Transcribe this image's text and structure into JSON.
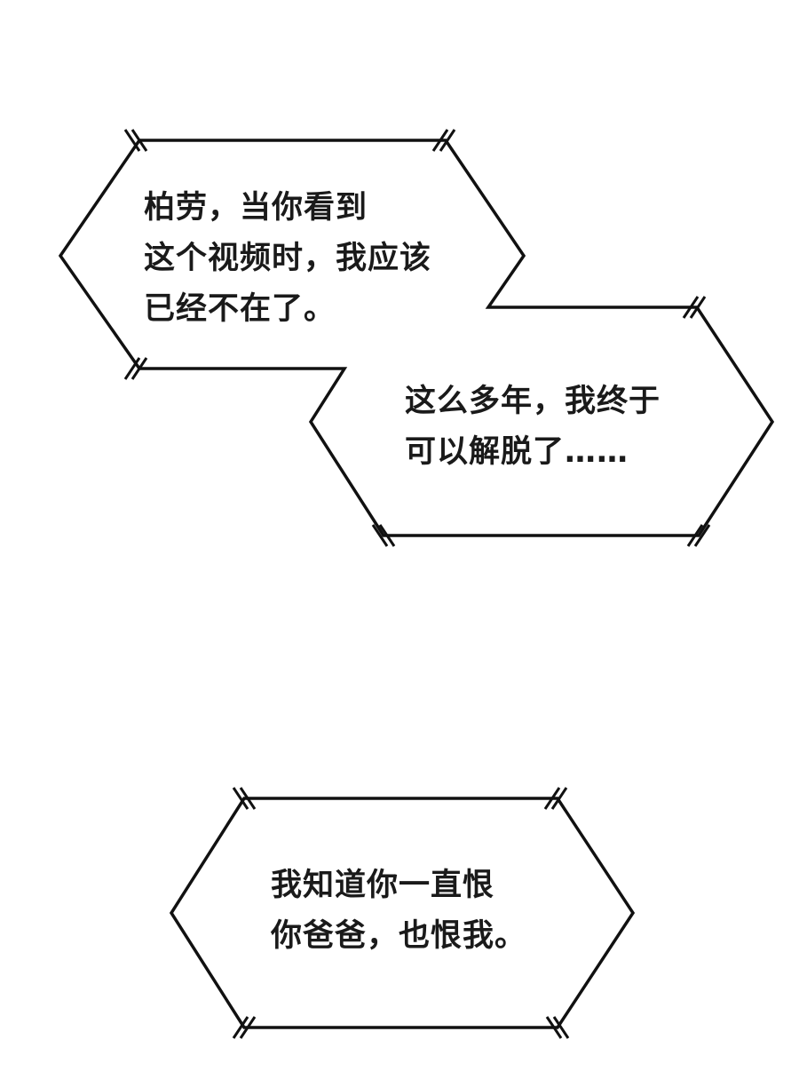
{
  "bubbles": [
    {
      "lines": [
        "柏劳，当你看到",
        "这个视频时，我应该",
        "已经不在了。"
      ]
    },
    {
      "lines": [
        "这么多年，我终于",
        "可以解脱了……"
      ]
    },
    {
      "lines": [
        "我知道你一直恨",
        "你爸爸，也恨我。"
      ]
    }
  ],
  "colors": {
    "stroke": "#111111",
    "background": "#ffffff"
  }
}
